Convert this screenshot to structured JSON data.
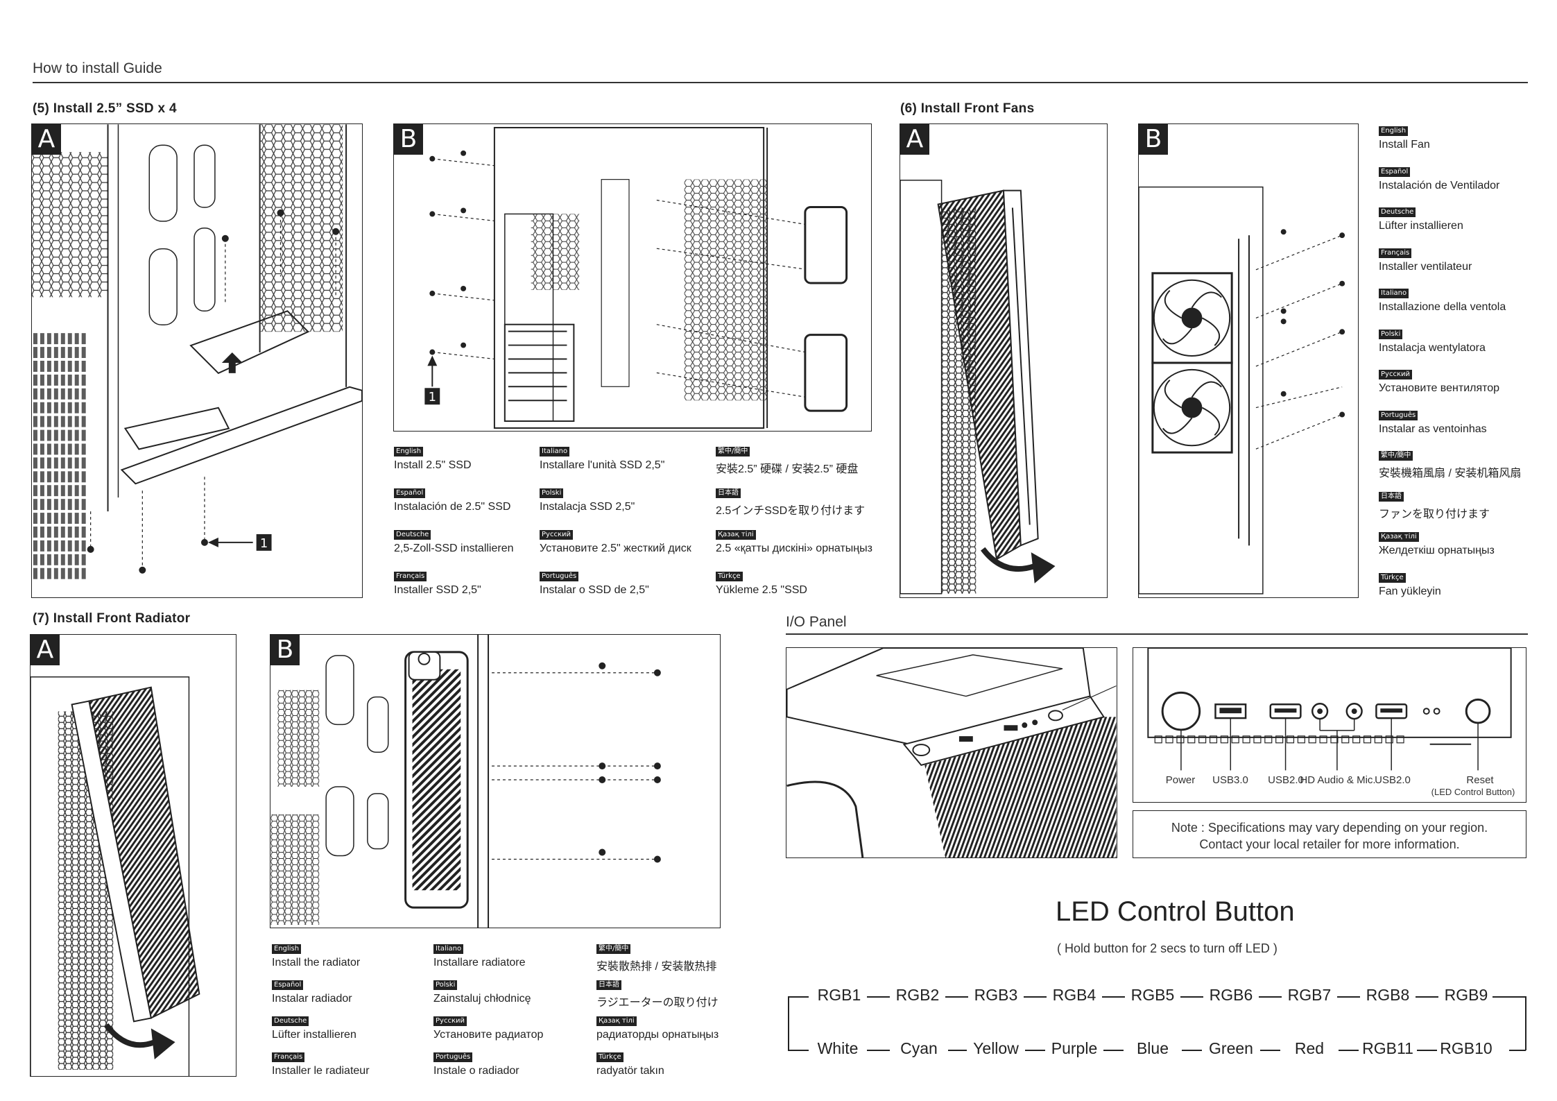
{
  "guide_title": "How to install Guide",
  "sections": {
    "ssd": "(5) Install 2.5” SSD x 4",
    "fans": "(6) Install Front Fans",
    "radiator": "(7) Install Front Radiator",
    "io": "I/O Panel"
  },
  "panel_tags": {
    "a": "A",
    "b": "B",
    "step": "1"
  },
  "ssd_langs": [
    {
      "tag": "English",
      "text": "Install 2.5\" SSD"
    },
    {
      "tag": "Español",
      "text": "Instalación de 2.5\" SSD"
    },
    {
      "tag": "Deutsche",
      "text": "2,5-Zoll-SSD installieren"
    },
    {
      "tag": "Français",
      "text": "Installer SSD 2,5\""
    },
    {
      "tag": "Italiano",
      "text": "Installare l'unità SSD 2,5\""
    },
    {
      "tag": "Polski",
      "text": "Instalacja SSD 2,5\""
    },
    {
      "tag": "Русский",
      "text": "Установите 2.5\" жесткий диск"
    },
    {
      "tag": "Português",
      "text": "Instalar o SSD de 2,5\""
    },
    {
      "tag": "繁中/簡中",
      "text": "安裝2.5” 硬碟 / 安装2.5” 硬盘"
    },
    {
      "tag": "日本語",
      "text": "2.5インチSSDを取り付けます"
    },
    {
      "tag": "Қазақ тілі",
      "text": "2.5 «қатты дискіні» орнатыңыз"
    },
    {
      "tag": "Türkçe",
      "text": "Yükleme 2.5 \"SSD"
    }
  ],
  "fan_langs": [
    {
      "tag": "English",
      "text": "Install Fan"
    },
    {
      "tag": "Español",
      "text": "Instalación de Ventilador"
    },
    {
      "tag": "Deutsche",
      "text": "Lüfter installieren"
    },
    {
      "tag": "Français",
      "text": "Installer ventilateur"
    },
    {
      "tag": "Italiano",
      "text": "Installazione della ventola"
    },
    {
      "tag": "Polski",
      "text": "Instalacja wentylatora"
    },
    {
      "tag": "Русский",
      "text": "Установите вентилятор"
    },
    {
      "tag": "Português",
      "text": "Instalar as ventoinhas"
    },
    {
      "tag": "繁中/簡中",
      "text": "安裝機箱風扇 / 安装机箱风扇"
    },
    {
      "tag": "日本語",
      "text": "ファンを取り付けます"
    },
    {
      "tag": "Қазақ тілі",
      "text": "Желдеткіш орнатыңыз"
    },
    {
      "tag": "Türkçe",
      "text": "Fan yükleyin"
    }
  ],
  "rad_langs": [
    {
      "tag": "English",
      "text": "Install the radiator"
    },
    {
      "tag": "Español",
      "text": "Instalar radiador"
    },
    {
      "tag": "Deutsche",
      "text": "Lüfter installieren"
    },
    {
      "tag": "Français",
      "text": "Installer le radiateur"
    },
    {
      "tag": "Italiano",
      "text": "Installare radiatore"
    },
    {
      "tag": "Polski",
      "text": "Zainstaluj chłodnicę"
    },
    {
      "tag": "Русский",
      "text": "Установите радиатор"
    },
    {
      "tag": "Português",
      "text": "Instale o radiador"
    },
    {
      "tag": "繁中/簡中",
      "text": "安裝散熱排 / 安装散热排"
    },
    {
      "tag": "日本語",
      "text": "ラジエーターの取り付け"
    },
    {
      "tag": "Қазақ тілі",
      "text": "радиаторды орнатыңыз"
    },
    {
      "tag": "Türkçe",
      "text": "radyatör takın"
    }
  ],
  "io_labels": {
    "power": "Power",
    "usb30": "USB3.0",
    "usb20a": "USB2.0",
    "audio": "HD Audio & Mic.",
    "usb20b": "USB2.0",
    "reset": "Reset",
    "reset_sub": "(LED Control Button)"
  },
  "note": {
    "line1": "Note : Specifications may vary depending on your region.",
    "line2": "Contact your local retailer for more information."
  },
  "led": {
    "title": "LED Control Button",
    "subtitle": "( Hold button for 2 secs to turn off LED )",
    "row1": [
      "RGB1",
      "RGB2",
      "RGB3",
      "RGB4",
      "RGB5",
      "RGB6",
      "RGB7",
      "RGB8",
      "RGB9"
    ],
    "row2": [
      "White",
      "Cyan",
      "Yellow",
      "Purple",
      "Blue",
      "Green",
      "Red",
      "RGB11",
      "RGB10"
    ]
  }
}
